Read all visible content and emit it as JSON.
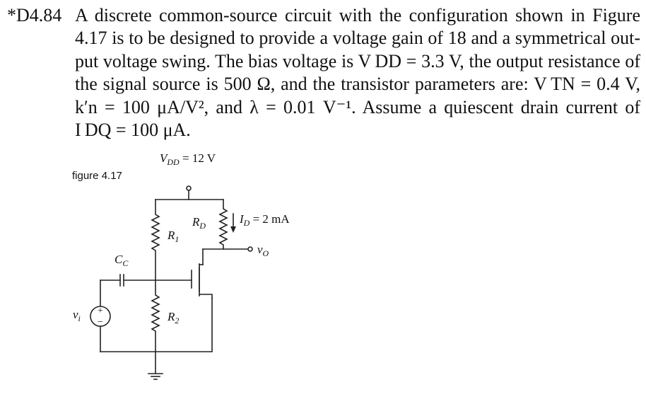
{
  "problem": {
    "number": "*D4.84",
    "lines": [
      "A discrete common-source circuit with the configuration shown in Figure",
      "4.17 is to be designed to provide a voltage gain of 18 and a symmetrical out-",
      "put voltage swing. The bias voltage is V DD = 3.3 V, the output resistance of",
      "the signal source is 500 Ω, and the transistor parameters are: V TN = 0.4 V,",
      "k′n = 100 μA/V², and λ = 0.01 V⁻¹. Assume a quiescent drain current of",
      "I DQ = 100 μA."
    ]
  },
  "figure": {
    "caption": "figure 4.17",
    "labels": {
      "vdd_main": "V",
      "vdd_sub": "DD",
      "vdd_value": " = 12 V",
      "r1_main": "R",
      "r1_sub": "1",
      "r2_main": "R",
      "r2_sub": "2",
      "rd_main": "R",
      "rd_sub": "D",
      "id_main": "I",
      "id_sub": "D",
      "id_value": " = 2 mA",
      "vo_main": "v",
      "vo_sub": "O",
      "cc_main": "C",
      "cc_sub": "C",
      "vi_main": "v",
      "vi_sub": "i",
      "plus": "+",
      "minus": "−"
    }
  }
}
